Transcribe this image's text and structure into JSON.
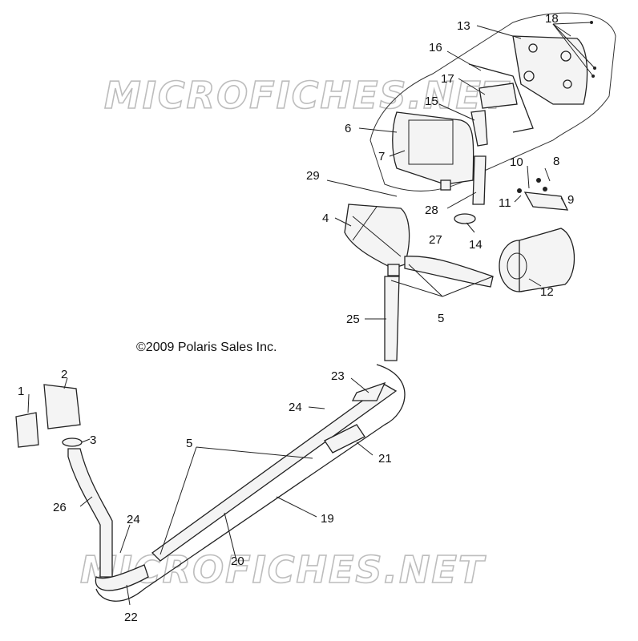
{
  "watermark_top": "MICROFICHES.NET",
  "watermark_bottom": "MICROFICHES.NET",
  "copyright": "©2009 Polaris Sales Inc.",
  "callouts": {
    "c1": "1",
    "c2": "2",
    "c3": "3",
    "c4": "4",
    "c5a": "5",
    "c5b": "5",
    "c6": "6",
    "c7": "7",
    "c8": "8",
    "c9": "9",
    "c10": "10",
    "c11": "11",
    "c12": "12",
    "c13": "13",
    "c14": "14",
    "c15": "15",
    "c16": "16",
    "c17": "17",
    "c18": "18",
    "c19": "19",
    "c20": "20",
    "c21": "21",
    "c22": "22",
    "c23": "23",
    "c24a": "24",
    "c24b": "24",
    "c25": "25",
    "c26": "26",
    "c27": "27",
    "c28": "28",
    "c29": "29"
  }
}
